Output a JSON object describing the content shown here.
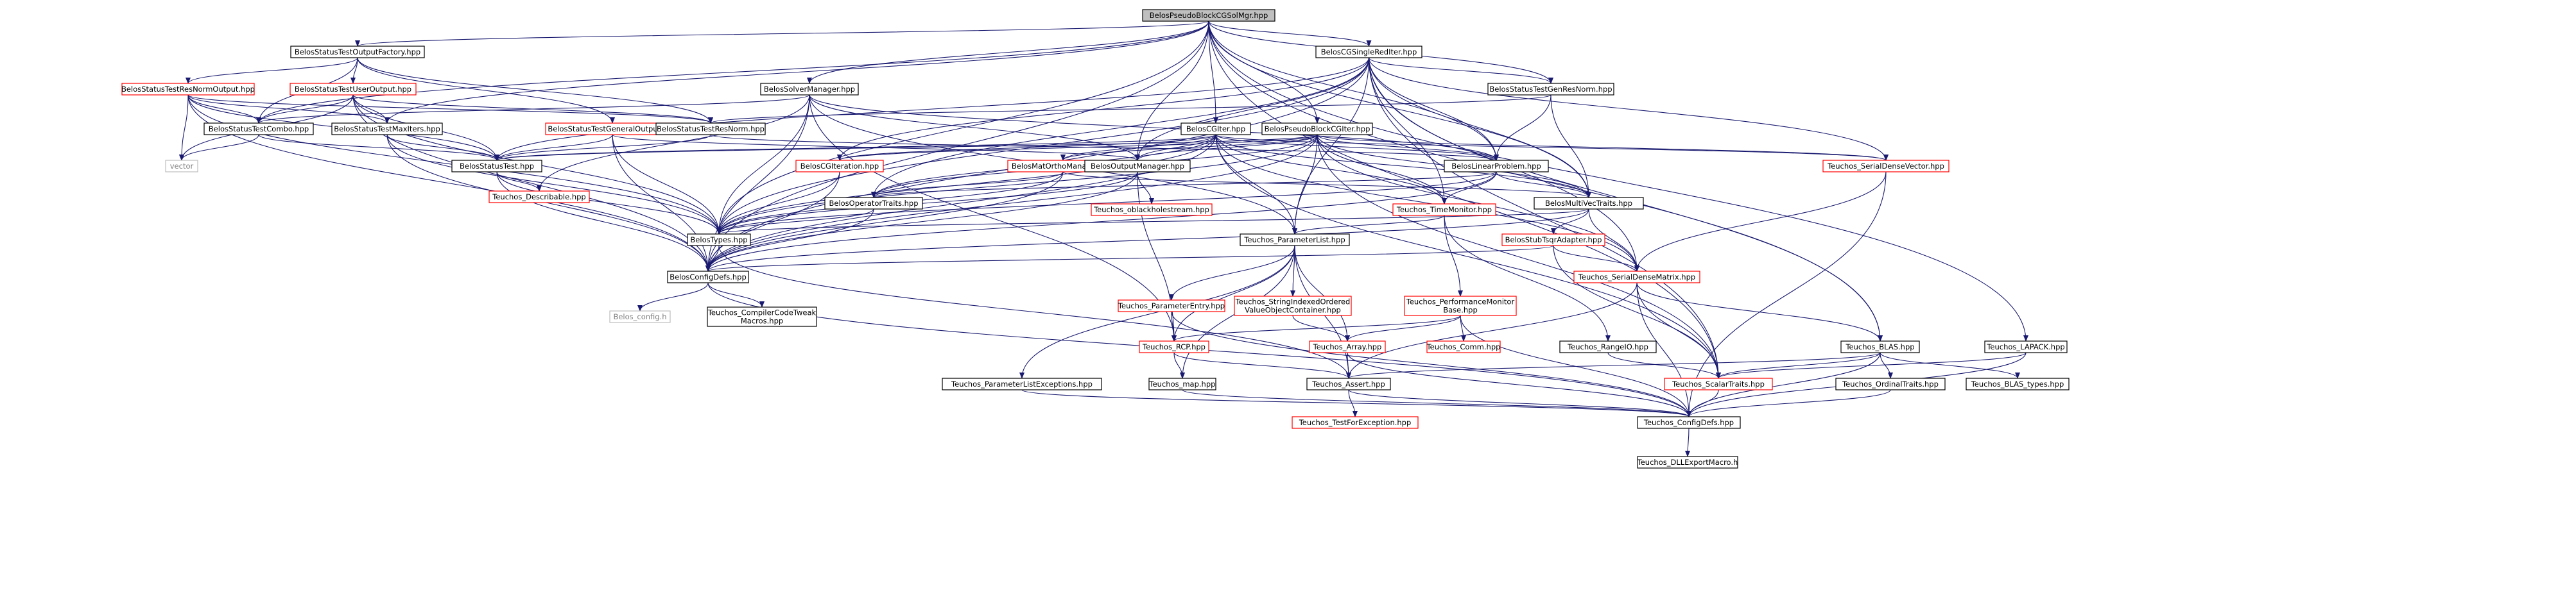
{
  "colors": {
    "edge": "#191970",
    "border_black": "#000000",
    "border_red": "#ff0000",
    "border_grey": "#bfbfbf",
    "root_fill": "#bfbfbf",
    "fill": "#ffffff",
    "text": "#000000"
  },
  "nodes": [
    {
      "id": "root",
      "label": "BelosPseudoBlockCGSolMgr.hpp",
      "style": "root"
    },
    {
      "id": "stof",
      "label": "BelosStatusTestOutputFactory.hpp",
      "style": "black"
    },
    {
      "id": "cgsingle",
      "label": "BelosCGSingleRedIter.hpp",
      "style": "black"
    },
    {
      "id": "stresnormout",
      "label": "BelosStatusTestResNormOutput.hpp",
      "style": "red"
    },
    {
      "id": "stuserout",
      "label": "BelosStatusTestUserOutput.hpp",
      "style": "red"
    },
    {
      "id": "solvermgr",
      "label": "BelosSolverManager.hpp",
      "style": "black"
    },
    {
      "id": "stgenresnorm",
      "label": "BelosStatusTestGenResNorm.hpp",
      "style": "black"
    },
    {
      "id": "stcombo",
      "label": "BelosStatusTestCombo.hpp",
      "style": "black"
    },
    {
      "id": "stmaxiters",
      "label": "BelosStatusTestMaxIters.hpp",
      "style": "black"
    },
    {
      "id": "stgenout",
      "label": "BelosStatusTestGeneralOutput.hpp",
      "style": "red"
    },
    {
      "id": "stresnorm",
      "label": "BelosStatusTestResNorm.hpp",
      "style": "black"
    },
    {
      "id": "cgiter",
      "label": "BelosCGIter.hpp",
      "style": "black"
    },
    {
      "id": "pbcgiter",
      "label": "BelosPseudoBlockCGIter.hpp",
      "style": "black"
    },
    {
      "id": "vector",
      "label": "vector",
      "style": "grey"
    },
    {
      "id": "statustest",
      "label": "BelosStatusTest.hpp",
      "style": "black"
    },
    {
      "id": "cgiteration",
      "label": "BelosCGIteration.hpp",
      "style": "red"
    },
    {
      "id": "matortho",
      "label": "BelosMatOrthoManager.hpp",
      "style": "red"
    },
    {
      "id": "outmgr",
      "label": "BelosOutputManager.hpp",
      "style": "black"
    },
    {
      "id": "linprob",
      "label": "BelosLinearProblem.hpp",
      "style": "black"
    },
    {
      "id": "serialdensevec",
      "label": "Teuchos_SerialDenseVector.hpp",
      "style": "red"
    },
    {
      "id": "describable",
      "label": "Teuchos_Describable.hpp",
      "style": "red"
    },
    {
      "id": "optraits",
      "label": "BelosOperatorTraits.hpp",
      "style": "black"
    },
    {
      "id": "oblackhole",
      "label": "Teuchos_oblackholestream.hpp",
      "style": "red"
    },
    {
      "id": "timemonitor",
      "label": "Teuchos_TimeMonitor.hpp",
      "style": "red"
    },
    {
      "id": "multivec",
      "label": "BelosMultiVecTraits.hpp",
      "style": "black"
    },
    {
      "id": "types",
      "label": "BelosTypes.hpp",
      "style": "black"
    },
    {
      "id": "paramlist",
      "label": "Teuchos_ParameterList.hpp",
      "style": "black"
    },
    {
      "id": "stubtsqr",
      "label": "BelosStubTsqrAdapter.hpp",
      "style": "red"
    },
    {
      "id": "configdefs",
      "label": "BelosConfigDefs.hpp",
      "style": "black"
    },
    {
      "id": "paramentry",
      "label": "Teuchos_ParameterEntry.hpp",
      "style": "red"
    },
    {
      "id": "strindexed",
      "label": "Teuchos_StringIndexedOrdered\nValueObjectContainer.hpp",
      "style": "red"
    },
    {
      "id": "perfmon",
      "label": "Teuchos_PerformanceMonitor\nBase.hpp",
      "style": "red"
    },
    {
      "id": "serialdensemat",
      "label": "Teuchos_SerialDenseMatrix.hpp",
      "style": "red"
    },
    {
      "id": "belosconfig",
      "label": "Belos_config.h",
      "style": "grey"
    },
    {
      "id": "compilertweak",
      "label": "Teuchos_CompilerCodeTweak\nMacros.hpp",
      "style": "black"
    },
    {
      "id": "rcp",
      "label": "Teuchos_RCP.hpp",
      "style": "red"
    },
    {
      "id": "array",
      "label": "Teuchos_Array.hpp",
      "style": "red"
    },
    {
      "id": "comm",
      "label": "Teuchos_Comm.hpp",
      "style": "red"
    },
    {
      "id": "rangeio",
      "label": "Teuchos_RangeIO.hpp",
      "style": "black"
    },
    {
      "id": "blas",
      "label": "Teuchos_BLAS.hpp",
      "style": "black"
    },
    {
      "id": "lapack",
      "label": "Teuchos_LAPACK.hpp",
      "style": "black"
    },
    {
      "id": "plexceptions",
      "label": "Teuchos_ParameterListExceptions.hpp",
      "style": "black"
    },
    {
      "id": "map",
      "label": "Teuchos_map.hpp",
      "style": "black"
    },
    {
      "id": "assert",
      "label": "Teuchos_Assert.hpp",
      "style": "black"
    },
    {
      "id": "scalartraits",
      "label": "Teuchos_ScalarTraits.hpp",
      "style": "red"
    },
    {
      "id": "ordinaltraits",
      "label": "Teuchos_OrdinalTraits.hpp",
      "style": "black"
    },
    {
      "id": "blastypes",
      "label": "Teuchos_BLAS_types.hpp",
      "style": "black"
    },
    {
      "id": "testforexc",
      "label": "Teuchos_TestForException.hpp",
      "style": "red"
    },
    {
      "id": "tconfigdefs",
      "label": "Teuchos_ConfigDefs.hpp",
      "style": "black"
    },
    {
      "id": "dllexport",
      "label": "Teuchos_DLLExportMacro.h",
      "style": "black"
    }
  ],
  "edges": [
    [
      "root",
      "stof"
    ],
    [
      "root",
      "cgsingle"
    ],
    [
      "root",
      "solvermgr"
    ],
    [
      "root",
      "stgenresnorm"
    ],
    [
      "root",
      "stcombo"
    ],
    [
      "root",
      "stmaxiters"
    ],
    [
      "root",
      "cgiter"
    ],
    [
      "root",
      "pbcgiter"
    ],
    [
      "root",
      "outmgr"
    ],
    [
      "root",
      "linprob"
    ],
    [
      "root",
      "multivec"
    ],
    [
      "root",
      "types"
    ],
    [
      "root",
      "configdefs"
    ],
    [
      "root",
      "blas"
    ],
    [
      "root",
      "lapack"
    ],
    [
      "root",
      "scalartraits"
    ],
    [
      "stof",
      "stresnormout"
    ],
    [
      "stof",
      "stuserout"
    ],
    [
      "stof",
      "stgenout"
    ],
    [
      "stof",
      "stcombo"
    ],
    [
      "stof",
      "stresnorm"
    ],
    [
      "stresnormout",
      "stcombo"
    ],
    [
      "stresnormout",
      "stmaxiters"
    ],
    [
      "stresnormout",
      "stresnorm"
    ],
    [
      "stresnormout",
      "vector"
    ],
    [
      "stresnormout",
      "statustest"
    ],
    [
      "stresnormout",
      "types"
    ],
    [
      "stresnormout",
      "configdefs"
    ],
    [
      "stuserout",
      "stcombo"
    ],
    [
      "stuserout",
      "stmaxiters"
    ],
    [
      "stuserout",
      "stresnorm"
    ],
    [
      "stuserout",
      "vector"
    ],
    [
      "stuserout",
      "statustest"
    ],
    [
      "stuserout",
      "types"
    ],
    [
      "stuserout",
      "configdefs"
    ],
    [
      "cgsingle",
      "cgiteration"
    ],
    [
      "cgsingle",
      "linprob"
    ],
    [
      "cgsingle",
      "outmgr"
    ],
    [
      "cgsingle",
      "statustest"
    ],
    [
      "cgsingle",
      "optraits"
    ],
    [
      "cgsingle",
      "multivec"
    ],
    [
      "cgsingle",
      "serialdensemat"
    ],
    [
      "cgsingle",
      "serialdensevec"
    ],
    [
      "cgsingle",
      "scalartraits"
    ],
    [
      "cgsingle",
      "paramlist"
    ],
    [
      "cgsingle",
      "timemonitor"
    ],
    [
      "cgsingle",
      "types"
    ],
    [
      "cgsingle",
      "configdefs"
    ],
    [
      "cgsingle",
      "stgenresnorm"
    ],
    [
      "cgsingle",
      "blas"
    ],
    [
      "solvermgr",
      "stcombo"
    ],
    [
      "solvermgr",
      "outmgr"
    ],
    [
      "solvermgr",
      "linprob"
    ],
    [
      "solvermgr",
      "paramlist"
    ],
    [
      "solvermgr",
      "describable"
    ],
    [
      "solvermgr",
      "types"
    ],
    [
      "solvermgr",
      "configdefs"
    ],
    [
      "solvermgr",
      "rcp"
    ],
    [
      "stgenresnorm",
      "stresnorm"
    ],
    [
      "stgenresnorm",
      "linprob"
    ],
    [
      "stgenresnorm",
      "multivec"
    ],
    [
      "stcombo",
      "statustest"
    ],
    [
      "stcombo",
      "vector"
    ],
    [
      "stmaxiters",
      "statustest"
    ],
    [
      "stmaxiters",
      "types"
    ],
    [
      "stmaxiters",
      "configdefs"
    ],
    [
      "stgenout",
      "statustest"
    ],
    [
      "stgenout",
      "outmgr"
    ],
    [
      "stgenout",
      "types"
    ],
    [
      "stgenout",
      "configdefs"
    ],
    [
      "stresnorm",
      "statustest"
    ],
    [
      "stresnorm",
      "linprob"
    ],
    [
      "cgiter",
      "cgiteration"
    ],
    [
      "cgiter",
      "linprob"
    ],
    [
      "cgiter",
      "outmgr"
    ],
    [
      "cgiter",
      "statustest"
    ],
    [
      "cgiter",
      "optraits"
    ],
    [
      "cgiter",
      "multivec"
    ],
    [
      "cgiter",
      "serialdensemat"
    ],
    [
      "cgiter",
      "serialdensevec"
    ],
    [
      "cgiter",
      "scalartraits"
    ],
    [
      "cgiter",
      "paramlist"
    ],
    [
      "cgiter",
      "timemonitor"
    ],
    [
      "cgiter",
      "matortho"
    ],
    [
      "cgiter",
      "types"
    ],
    [
      "cgiter",
      "configdefs"
    ],
    [
      "pbcgiter",
      "cgiteration"
    ],
    [
      "pbcgiter",
      "linprob"
    ],
    [
      "pbcgiter",
      "outmgr"
    ],
    [
      "pbcgiter",
      "statustest"
    ],
    [
      "pbcgiter",
      "optraits"
    ],
    [
      "pbcgiter",
      "multivec"
    ],
    [
      "pbcgiter",
      "serialdensemat"
    ],
    [
      "pbcgiter",
      "serialdensevec"
    ],
    [
      "pbcgiter",
      "scalartraits"
    ],
    [
      "pbcgiter",
      "paramlist"
    ],
    [
      "pbcgiter",
      "timemonitor"
    ],
    [
      "pbcgiter",
      "matortho"
    ],
    [
      "pbcgiter",
      "types"
    ],
    [
      "pbcgiter",
      "configdefs"
    ],
    [
      "statustest",
      "types"
    ],
    [
      "statustest",
      "describable"
    ],
    [
      "statustest",
      "configdefs"
    ],
    [
      "cgiteration",
      "types"
    ],
    [
      "cgiteration",
      "configdefs"
    ],
    [
      "matortho",
      "types"
    ],
    [
      "matortho",
      "optraits"
    ],
    [
      "matortho",
      "multivec"
    ],
    [
      "matortho",
      "configdefs"
    ],
    [
      "outmgr",
      "oblackhole"
    ],
    [
      "outmgr",
      "types"
    ],
    [
      "outmgr",
      "configdefs"
    ],
    [
      "outmgr",
      "rcp"
    ],
    [
      "linprob",
      "multivec"
    ],
    [
      "linprob",
      "optraits"
    ],
    [
      "linprob",
      "timemonitor"
    ],
    [
      "linprob",
      "types"
    ],
    [
      "linprob",
      "configdefs"
    ],
    [
      "serialdensevec",
      "serialdensemat"
    ],
    [
      "serialdensevec",
      "tconfigdefs"
    ],
    [
      "optraits",
      "types"
    ],
    [
      "optraits",
      "configdefs"
    ],
    [
      "timemonitor",
      "paramlist"
    ],
    [
      "timemonitor",
      "perfmon"
    ],
    [
      "timemonitor",
      "rangeio"
    ],
    [
      "multivec",
      "types"
    ],
    [
      "multivec",
      "stubtsqr"
    ],
    [
      "multivec",
      "serialdensemat"
    ],
    [
      "multivec",
      "configdefs"
    ],
    [
      "types",
      "configdefs"
    ],
    [
      "types",
      "assert"
    ],
    [
      "paramlist",
      "paramentry"
    ],
    [
      "paramlist",
      "strindexed"
    ],
    [
      "paramlist",
      "plexceptions"
    ],
    [
      "paramlist",
      "map"
    ],
    [
      "paramlist",
      "rcp"
    ],
    [
      "paramlist",
      "array"
    ],
    [
      "paramlist",
      "assert"
    ],
    [
      "stubtsqr",
      "serialdensemat"
    ],
    [
      "stubtsqr",
      "configdefs"
    ],
    [
      "stubtsqr",
      "scalartraits"
    ],
    [
      "configdefs",
      "belosconfig"
    ],
    [
      "configdefs",
      "compilertweak"
    ],
    [
      "configdefs",
      "tconfigdefs"
    ],
    [
      "paramentry",
      "rcp"
    ],
    [
      "paramentry",
      "tconfigdefs"
    ],
    [
      "strindexed",
      "array"
    ],
    [
      "perfmon",
      "rcp"
    ],
    [
      "perfmon",
      "comm"
    ],
    [
      "perfmon",
      "array"
    ],
    [
      "perfmon",
      "tconfigdefs"
    ],
    [
      "serialdensemat",
      "blas"
    ],
    [
      "serialdensemat",
      "scalartraits"
    ],
    [
      "serialdensemat",
      "assert"
    ],
    [
      "serialdensemat",
      "tconfigdefs"
    ],
    [
      "rcp",
      "map"
    ],
    [
      "rcp",
      "assert"
    ],
    [
      "array",
      "assert"
    ],
    [
      "array",
      "tconfigdefs"
    ],
    [
      "rangeio",
      "scalartraits"
    ],
    [
      "blas",
      "scalartraits"
    ],
    [
      "blas",
      "ordinaltraits"
    ],
    [
      "blas",
      "blastypes"
    ],
    [
      "blas",
      "tconfigdefs"
    ],
    [
      "blas",
      "assert"
    ],
    [
      "lapack",
      "scalartraits"
    ],
    [
      "lapack",
      "tconfigdefs"
    ],
    [
      "plexceptions",
      "tconfigdefs"
    ],
    [
      "map",
      "tconfigdefs"
    ],
    [
      "assert",
      "testforexc"
    ],
    [
      "assert",
      "tconfigdefs"
    ],
    [
      "scalartraits",
      "tconfigdefs"
    ],
    [
      "ordinaltraits",
      "tconfigdefs"
    ],
    [
      "tconfigdefs",
      "dllexport"
    ]
  ]
}
